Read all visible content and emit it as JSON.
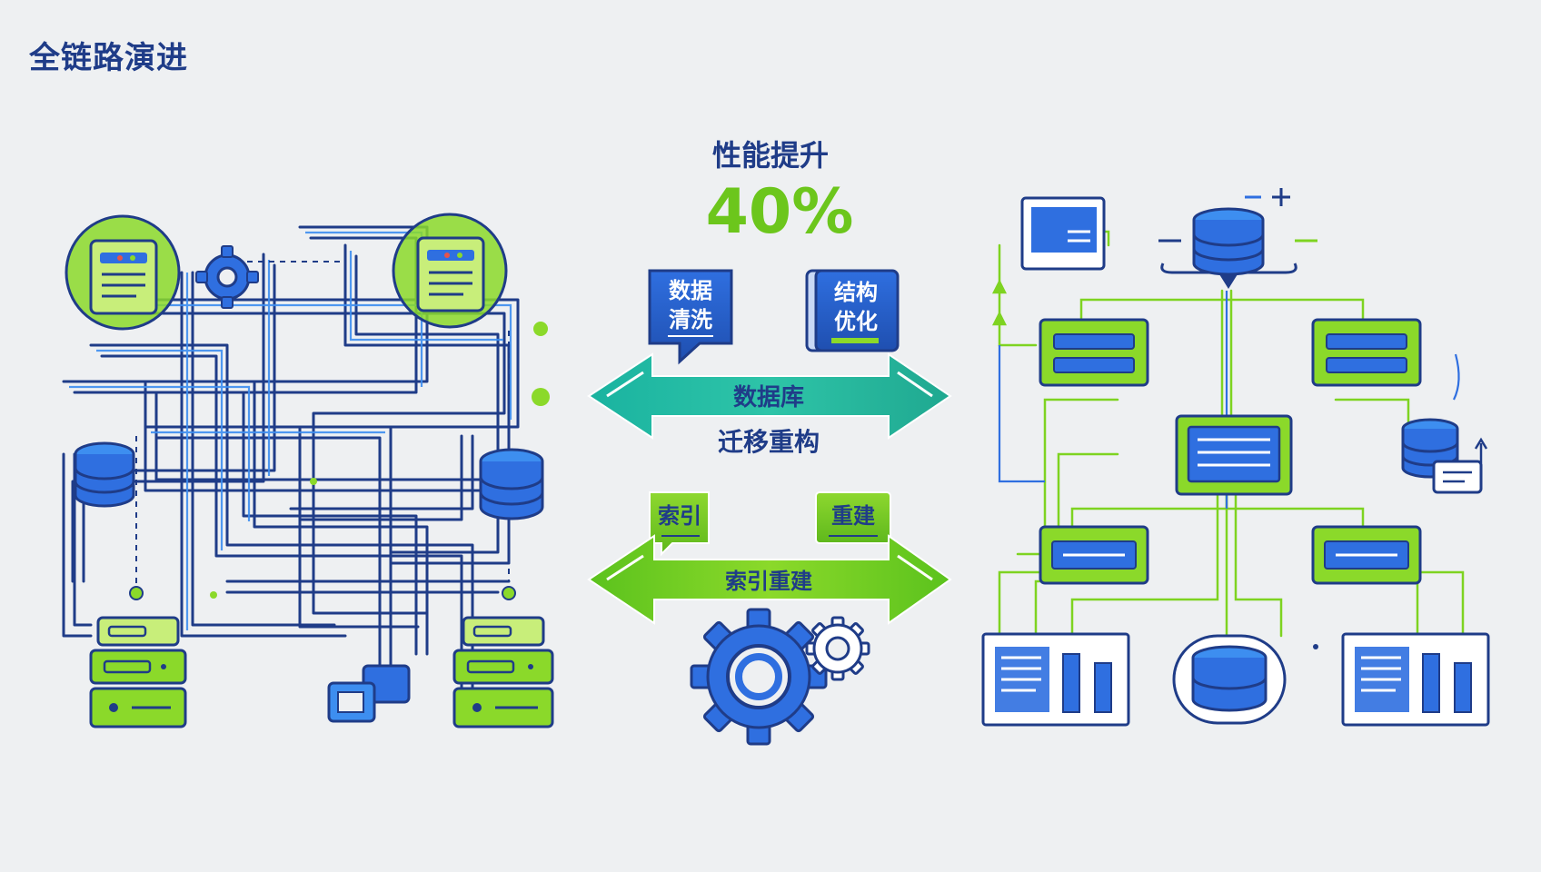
{
  "title": "全链路演进",
  "performance": {
    "label": "性能提升",
    "value": "40%"
  },
  "tags": {
    "data_cleaning": [
      "数据",
      "清洗"
    ],
    "structure_optimization": [
      "结构",
      "优化"
    ],
    "index": "索引",
    "rebuild": "重建"
  },
  "arrows": {
    "database_label": "数据库",
    "migration_label": "迁移重构",
    "index_rebuild_label": "索引重建"
  },
  "colors": {
    "navy": "#1f3c88",
    "blue": "#2f6fe0",
    "green": "#7ed321",
    "teal": "#1fb8a6",
    "background": "#eef0f2"
  },
  "icons": {
    "left_panel": "tangled-legacy-network",
    "right_panel": "structured-tree-network",
    "center_gear": "gear-icon"
  }
}
